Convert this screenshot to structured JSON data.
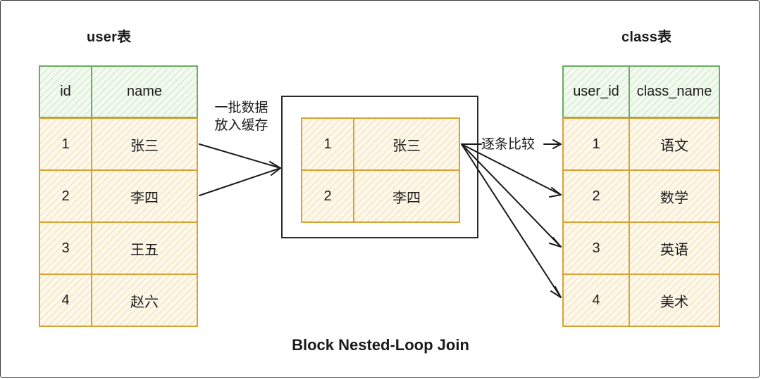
{
  "user_table": {
    "title": "user表",
    "headers": [
      "id",
      "name"
    ],
    "rows": [
      [
        "1",
        "张三"
      ],
      [
        "2",
        "李四"
      ],
      [
        "3",
        "王五"
      ],
      [
        "4",
        "赵六"
      ]
    ]
  },
  "class_table": {
    "title": "class表",
    "headers": [
      "user_id",
      "class_name"
    ],
    "rows": [
      [
        "1",
        "语文"
      ],
      [
        "2",
        "数学"
      ],
      [
        "3",
        "英语"
      ],
      [
        "4",
        "美术"
      ]
    ]
  },
  "buffer": {
    "rows": [
      [
        "1",
        "张三"
      ],
      [
        "2",
        "李四"
      ]
    ]
  },
  "labels": {
    "batch_line1": "一批数据",
    "batch_line2": "放入缓存",
    "compare": "逐条比较"
  },
  "footer": "Block Nested-Loop Join",
  "colors": {
    "header_border": "#6aab63",
    "row_border": "#d7a233",
    "line": "#1a1a1a"
  }
}
